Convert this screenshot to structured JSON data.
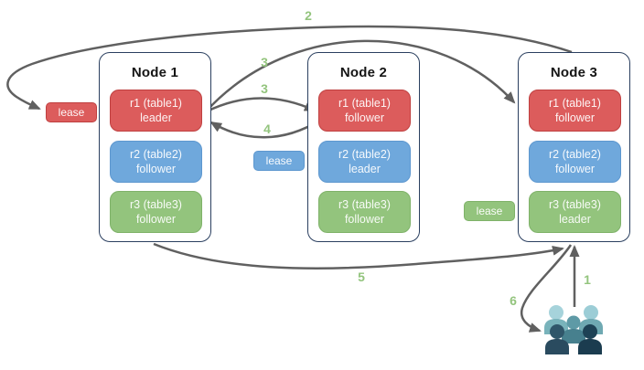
{
  "nodes": [
    {
      "title": "Node 1",
      "replicas": [
        {
          "name": "r1 (table1)",
          "role": "leader",
          "color": "#dc5c5c"
        },
        {
          "name": "r2 (table2)",
          "role": "follower",
          "color": "#6fa8dc"
        },
        {
          "name": "r3 (table3)",
          "role": "follower",
          "color": "#93c47d"
        }
      ]
    },
    {
      "title": "Node 2",
      "replicas": [
        {
          "name": "r1 (table1)",
          "role": "follower",
          "color": "#dc5c5c"
        },
        {
          "name": "r2 (table2)",
          "role": "leader",
          "color": "#6fa8dc"
        },
        {
          "name": "r3 (table3)",
          "role": "follower",
          "color": "#93c47d"
        }
      ]
    },
    {
      "title": "Node 3",
      "replicas": [
        {
          "name": "r1 (table1)",
          "role": "follower",
          "color": "#dc5c5c"
        },
        {
          "name": "r2 (table2)",
          "role": "follower",
          "color": "#6fa8dc"
        },
        {
          "name": "r3 (table3)",
          "role": "leader",
          "color": "#93c47d"
        }
      ]
    }
  ],
  "leases": [
    {
      "label": "lease",
      "color": "#dc5c5c"
    },
    {
      "label": "lease",
      "color": "#6fa8dc"
    },
    {
      "label": "lease",
      "color": "#93c47d"
    }
  ],
  "steps": {
    "s1": "1",
    "s2": "2",
    "s3_top": "3",
    "s3_mid": "3",
    "s4": "4",
    "s5": "5",
    "s6": "6"
  },
  "icons": {
    "users_group": "users-group-icon"
  },
  "colors": {
    "node_border": "#2a3f5f",
    "arrow": "#606060",
    "step_label": "#93c47d",
    "red": "#dc5c5c",
    "blue": "#6fa8dc",
    "green": "#93c47d"
  }
}
